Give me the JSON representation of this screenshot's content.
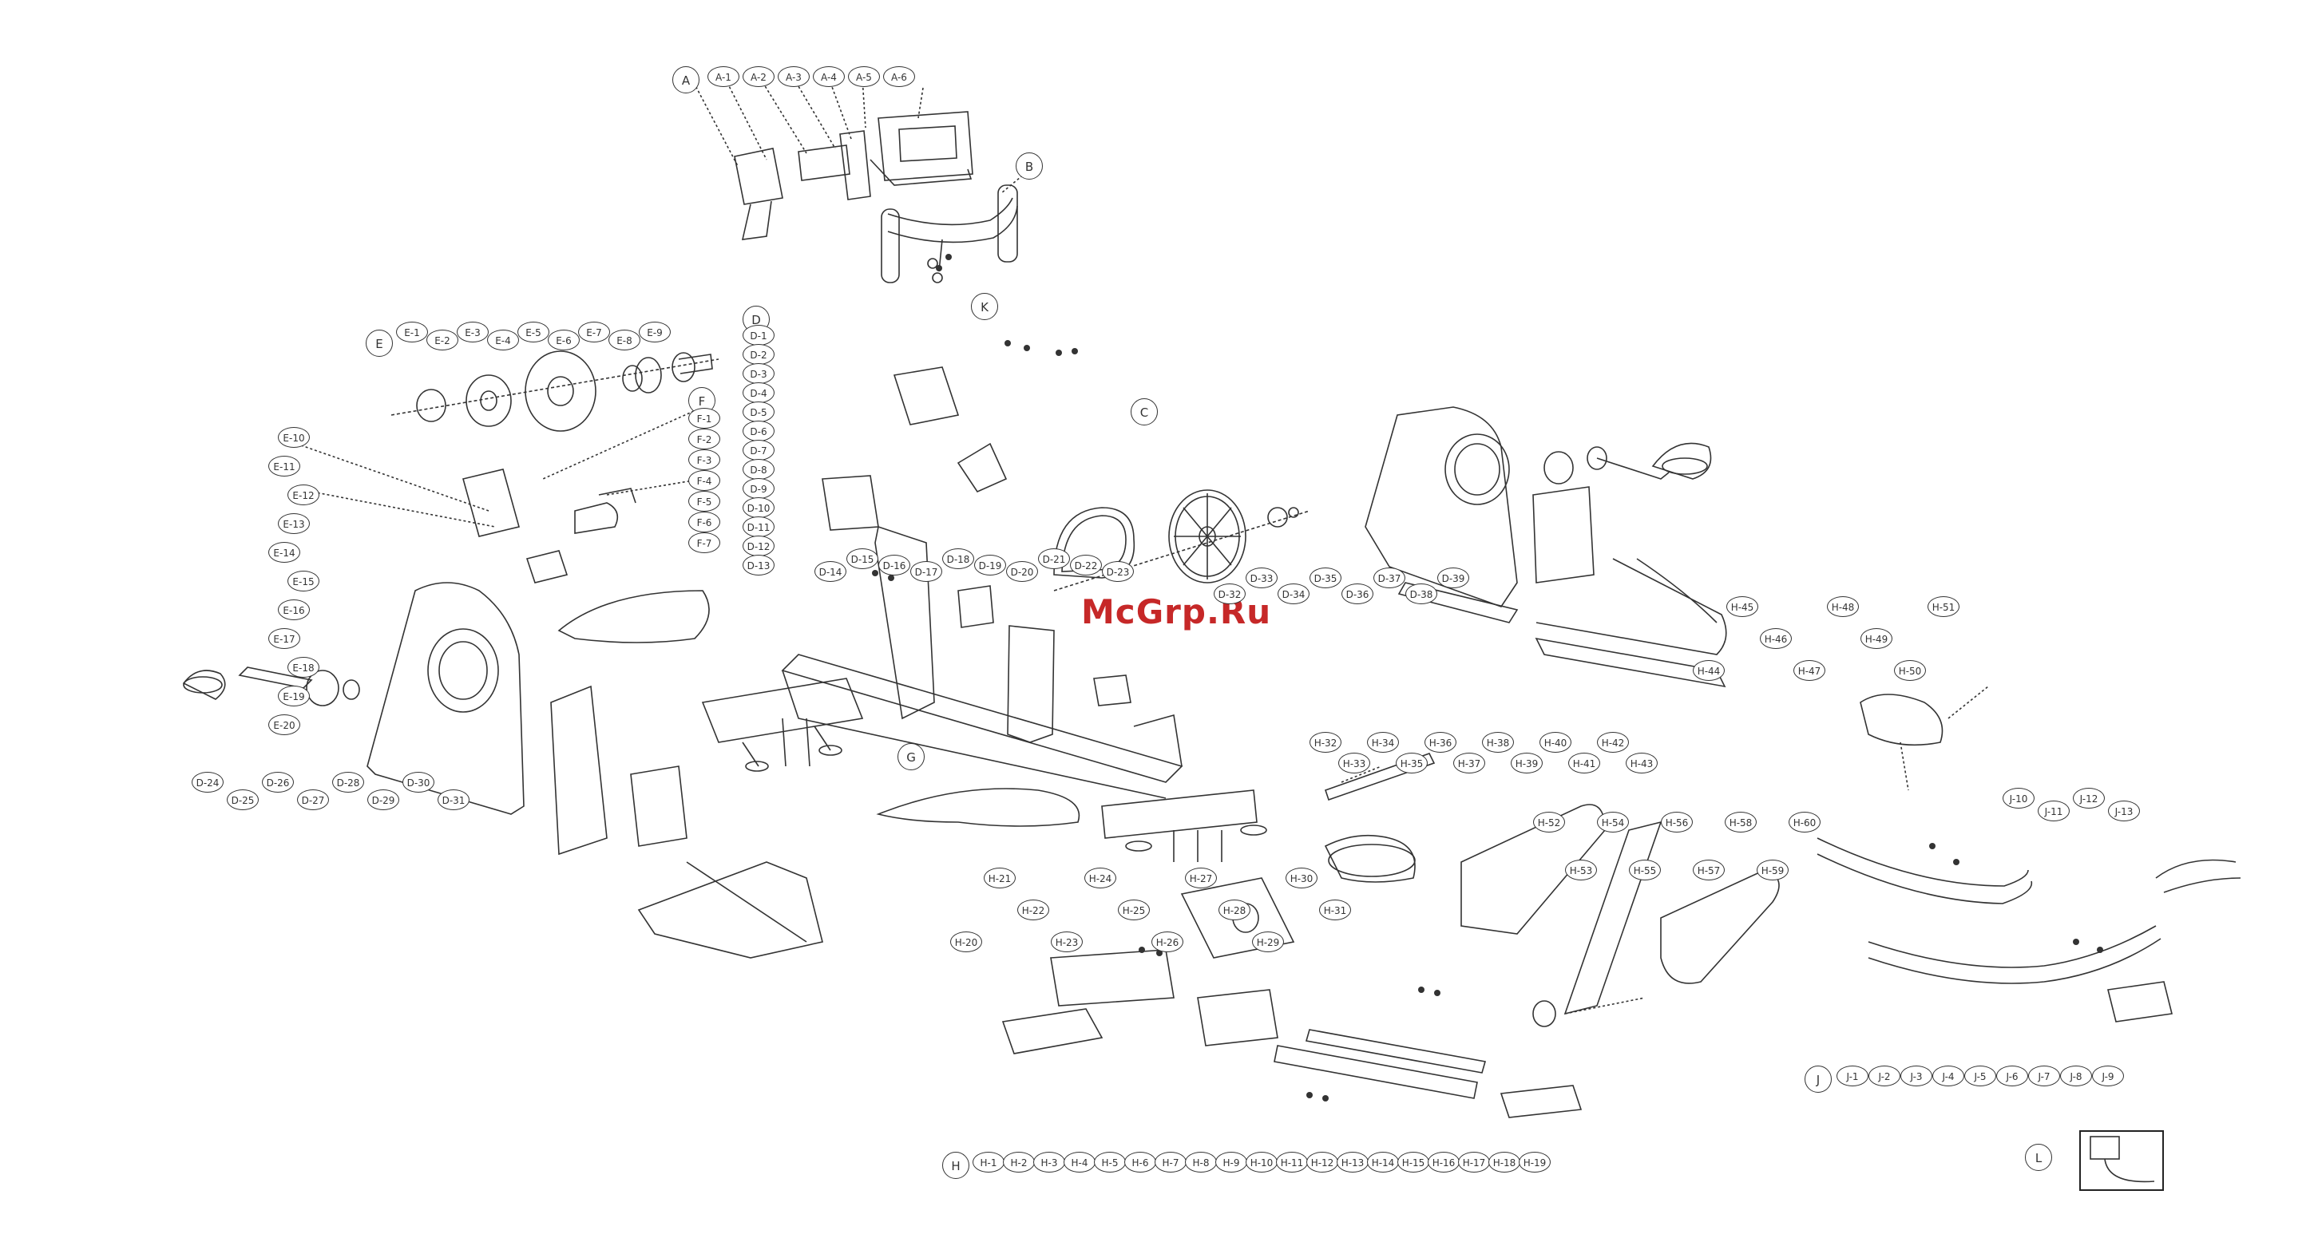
{
  "watermark": "McGrp.Ru",
  "groups": {
    "A": [
      "A",
      "A-1",
      "A-2",
      "A-3",
      "A-4",
      "A-5",
      "A-6"
    ],
    "B": [
      "B"
    ],
    "C": [
      "C"
    ],
    "D": [
      "D",
      "D-1",
      "D-2",
      "D-3",
      "D-4",
      "D-5",
      "D-6",
      "D-7",
      "D-8",
      "D-9",
      "D-10",
      "D-11",
      "D-12",
      "D-13",
      "D-14",
      "D-15",
      "D-16",
      "D-17",
      "D-18",
      "D-19",
      "D-20",
      "D-21",
      "D-22",
      "D-23",
      "D-24",
      "D-25",
      "D-26",
      "D-27",
      "D-28",
      "D-29",
      "D-30",
      "D-31",
      "D-32",
      "D-33",
      "D-34",
      "D-35",
      "D-36",
      "D-37",
      "D-38",
      "D-39"
    ],
    "E": [
      "E",
      "E-1",
      "E-2",
      "E-3",
      "E-4",
      "E-5",
      "E-6",
      "E-7",
      "E-8",
      "E-9",
      "E-10",
      "E-11",
      "E-12",
      "E-13",
      "E-14",
      "E-15",
      "E-16",
      "E-17",
      "E-18",
      "E-19",
      "E-20"
    ],
    "F": [
      "F",
      "F-1",
      "F-2",
      "F-3",
      "F-4",
      "F-5",
      "F-6",
      "F-7"
    ],
    "G": [
      "G"
    ],
    "H": [
      "H",
      "H-1",
      "H-2",
      "H-3",
      "H-4",
      "H-5",
      "H-6",
      "H-7",
      "H-8",
      "H-9",
      "H-10",
      "H-11",
      "H-12",
      "H-13",
      "H-14",
      "H-15",
      "H-16",
      "H-17",
      "H-18",
      "H-19",
      "H-20",
      "H-21",
      "H-22",
      "H-23",
      "H-24",
      "H-25",
      "H-26",
      "H-27",
      "H-28",
      "H-29",
      "H-30",
      "H-31",
      "H-32",
      "H-33",
      "H-34",
      "H-35",
      "H-36",
      "H-37",
      "H-38",
      "H-39",
      "H-40",
      "H-41",
      "H-42",
      "H-43",
      "H-44",
      "H-45",
      "H-46",
      "H-47",
      "H-48",
      "H-49",
      "H-50",
      "H-51",
      "H-52",
      "H-53",
      "H-54",
      "H-55",
      "H-56",
      "H-57",
      "H-58",
      "H-59",
      "H-60"
    ],
    "J": [
      "J",
      "J-1",
      "J-2",
      "J-3",
      "J-4",
      "J-5",
      "J-6",
      "J-7",
      "J-8",
      "J-9",
      "J-10",
      "J-11",
      "J-12",
      "J-13"
    ],
    "K": [
      "K"
    ],
    "L": [
      "L"
    ]
  }
}
